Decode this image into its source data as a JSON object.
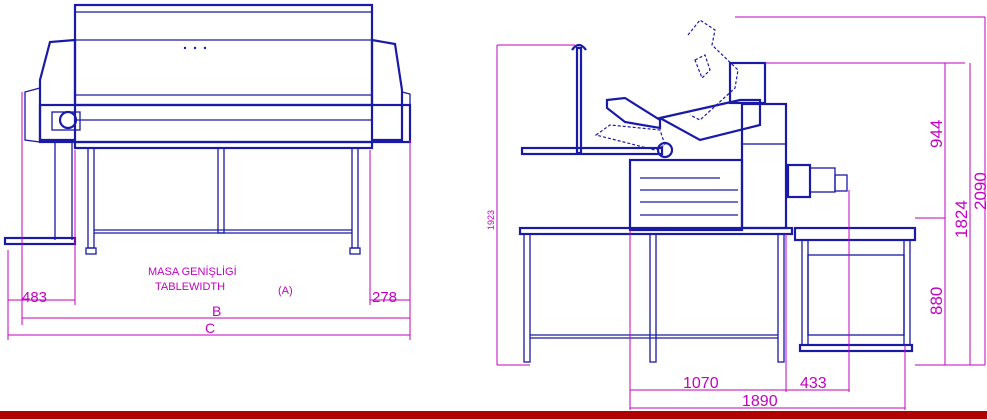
{
  "front_view": {
    "note_line1": "MASA GENİŞLİGİ",
    "note_line2": "TABLEWIDTH",
    "note_ref": "(A)",
    "dim_left": "483",
    "dim_right": "278",
    "dim_b": "B",
    "dim_c": "C"
  },
  "side_view": {
    "dim_1923": "1923",
    "dim_944": "944",
    "dim_1824": "1824",
    "dim_2090": "2090",
    "dim_880": "880",
    "dim_1070": "1070",
    "dim_433": "433",
    "dim_1890": "1890"
  },
  "colors": {
    "line": "#1a1aa8",
    "dimension": "#c400c4",
    "footer_bar": "#b00000"
  }
}
